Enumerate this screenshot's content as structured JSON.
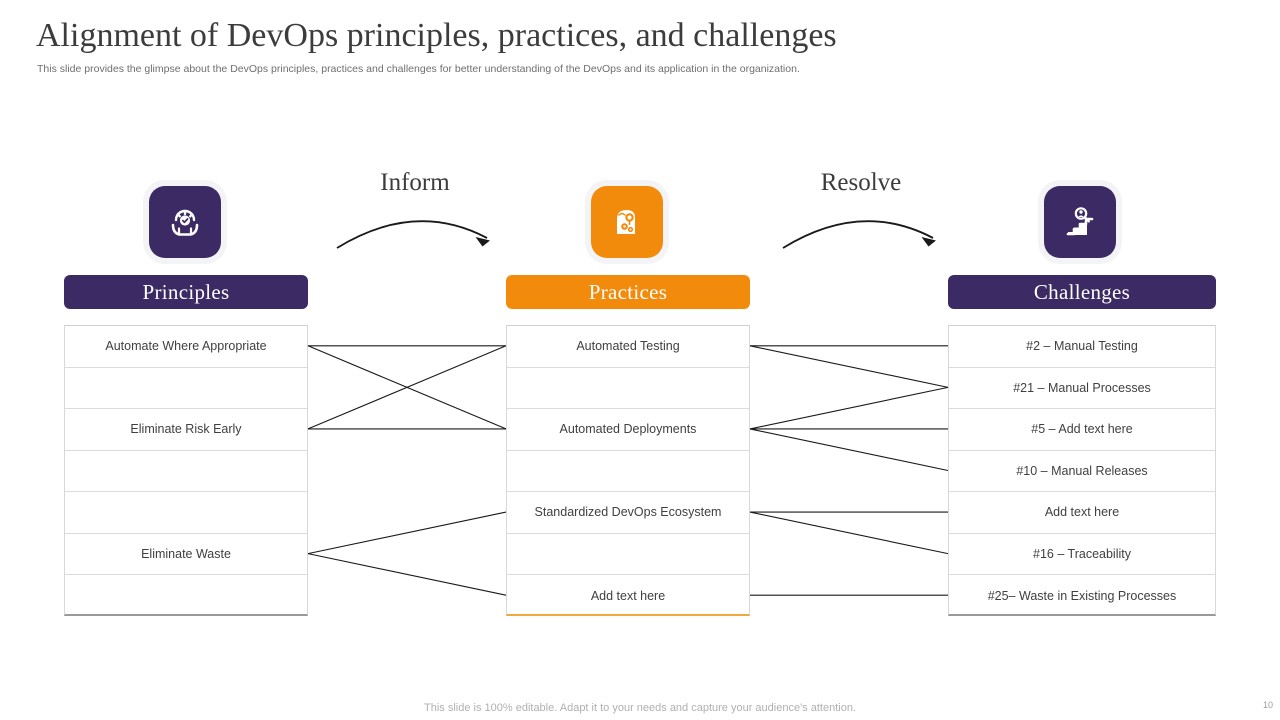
{
  "slide": {
    "title": "Alignment of DevOps principles, practices, and challenges",
    "subtitle": "This slide provides the glimpse about the DevOps principles, practices and challenges for better understanding of the DevOps and its application in the organization.",
    "footer_note": "This slide is 100% editable. Adapt it to your needs and capture your audience's attention.",
    "page_number": "10"
  },
  "colors": {
    "purple": "#3b2a63",
    "orange": "#f28a0c",
    "row_border": "#dcdcdc",
    "text": "#404040",
    "title_text": "#3c3c3c",
    "subtitle_text": "#6f6f6f",
    "footer_text": "#b0b0b0",
    "connector": "#1a1a1a"
  },
  "flows": [
    {
      "label": "Inform",
      "icon": "curved-arrow-right-icon"
    },
    {
      "label": "Resolve",
      "icon": "curved-arrow-right-icon"
    }
  ],
  "columns": [
    {
      "key": "principles",
      "header": "Principles",
      "icon": "hands-holding-gauge-icon",
      "accent": "#3b2a63",
      "rows": [
        "Automate Where Appropriate",
        "",
        "Eliminate Risk Early",
        "",
        "",
        "Eliminate Waste",
        ""
      ]
    },
    {
      "key": "practices",
      "header": "Practices",
      "icon": "head-lightbulb-gears-icon",
      "accent": "#f28a0c",
      "rows": [
        "Automated Testing",
        "",
        "Automated Deployments",
        "",
        "Standardized DevOps Ecosystem",
        "",
        "Add text here"
      ]
    },
    {
      "key": "challenges",
      "header": "Challenges",
      "icon": "stairs-magnifier-icon",
      "accent": "#3b2a63",
      "rows": [
        "#2 – Manual Testing",
        "#21 – Manual Processes",
        "#5 – Add text here",
        "#10 – Manual Releases",
        "Add text here",
        "#16 – Traceability",
        "#25– Waste in Existing Processes"
      ]
    }
  ],
  "connections": {
    "principles_to_practices": [
      {
        "from": 1,
        "to": 1
      },
      {
        "from": 1,
        "to": 3
      },
      {
        "from": 3,
        "to": 1
      },
      {
        "from": 3,
        "to": 3
      },
      {
        "from": 6,
        "to": 5
      },
      {
        "from": 6,
        "to": 7
      }
    ],
    "practices_to_challenges": [
      {
        "from": 1,
        "to": 1
      },
      {
        "from": 1,
        "to": 2
      },
      {
        "from": 3,
        "to": 2
      },
      {
        "from": 3,
        "to": 3
      },
      {
        "from": 3,
        "to": 4
      },
      {
        "from": 5,
        "to": 5
      },
      {
        "from": 5,
        "to": 6
      },
      {
        "from": 7,
        "to": 7
      }
    ]
  }
}
